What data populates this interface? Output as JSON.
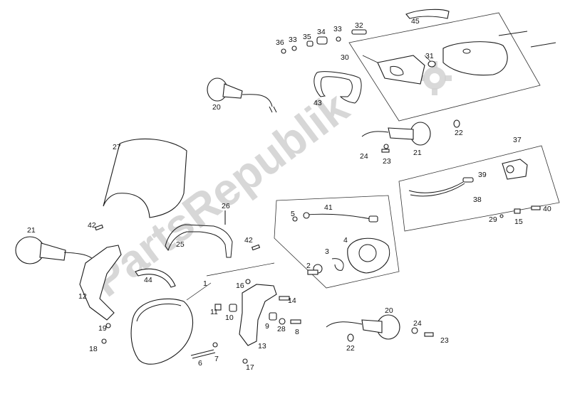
{
  "watermark": "PartsRepublik",
  "colors": {
    "line": "#1a1a1a",
    "watermark": "#c9c9c9",
    "background": "#ffffff"
  },
  "labels": {
    "l1": "1",
    "l2": "2",
    "l3": "3",
    "l4": "4",
    "l5": "5",
    "l6": "6",
    "l7": "7",
    "l8": "8",
    "l9": "9",
    "l10": "10",
    "l11": "11",
    "l12": "12",
    "l13": "13",
    "l14": "14",
    "l15": "15",
    "l16": "16",
    "l17": "17",
    "l18": "18",
    "l19": "19",
    "l20a": "20",
    "l20b": "20",
    "l21a": "21",
    "l21b": "21",
    "l22a": "22",
    "l22b": "22",
    "l23a": "23",
    "l23b": "23",
    "l24a": "24",
    "l24b": "24",
    "l25": "25",
    "l26": "26",
    "l27": "27",
    "l28": "28",
    "l29": "29",
    "l30": "30",
    "l31": "31",
    "l32": "32",
    "l33a": "33",
    "l33b": "33",
    "l34": "34",
    "l35": "35",
    "l36": "36",
    "l37": "37",
    "l38": "38",
    "l39": "39",
    "l40": "40",
    "l41": "41",
    "l42a": "42",
    "l42b": "42",
    "l43": "43",
    "l44": "44",
    "l45": "45"
  }
}
